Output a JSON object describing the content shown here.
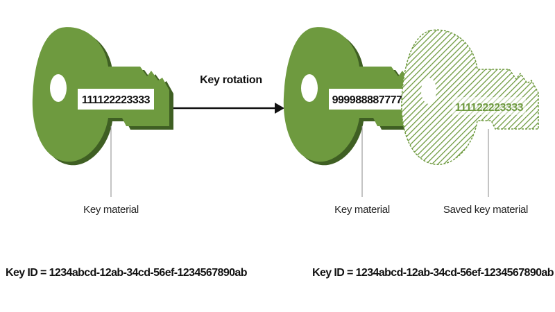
{
  "rotation": {
    "arrow_label": "Key rotation"
  },
  "left_key": {
    "material_value": "111122223333",
    "caption": "Key material",
    "key_id": "Key ID = 1234abcd-12ab-34cd-56ef-1234567890ab"
  },
  "right_key": {
    "material_value": "999988887777",
    "caption": "Key material",
    "key_id": "Key ID = 1234abcd-12ab-34cd-56ef-1234567890ab"
  },
  "saved_key": {
    "material_value": "111122223333",
    "caption": "Saved key material"
  },
  "colors": {
    "key_fill": "#6e9a3f",
    "key_shadow": "#3f5f23",
    "hatch": "#6e9a3f",
    "arrow": "#111111"
  },
  "icons": {
    "active_key": "key-icon",
    "saved_key": "hatched-key-icon",
    "rotation": "arrow-right-icon"
  }
}
